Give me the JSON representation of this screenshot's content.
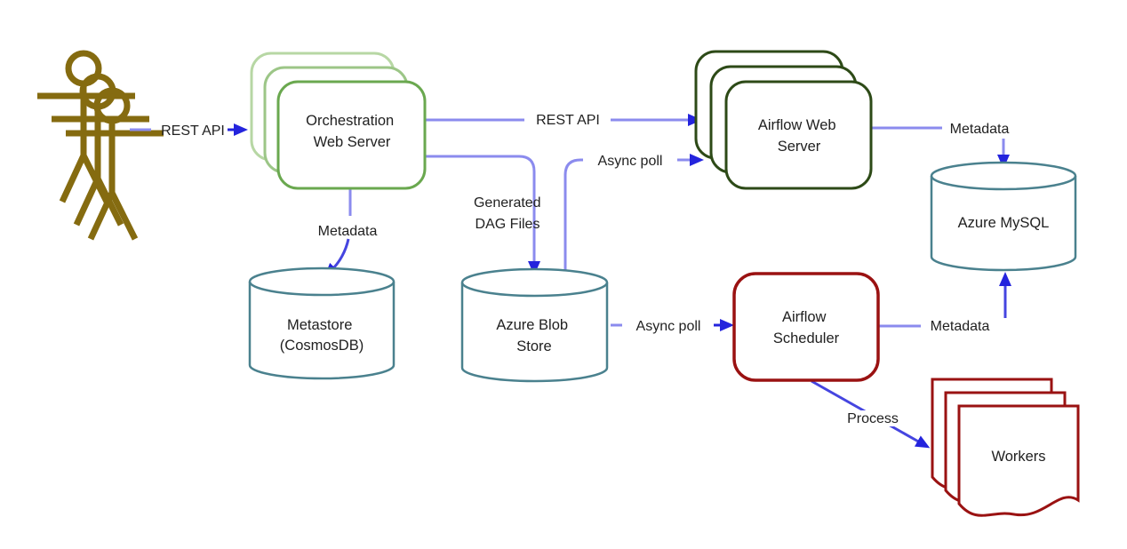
{
  "diagram": {
    "type": "architecture-flow-diagram",
    "colors": {
      "connector_line": "#8b8bee",
      "arrowhead_blue": "#2424dd",
      "bright_connector": "#4545e0",
      "orchestration_green_front": "#6aa84f",
      "orchestration_green_mid": "#9cc687",
      "orchestration_green_back": "#b7d7a4",
      "airflow_dark_green": "#2d4a17",
      "database_teal": "#4a818e",
      "scheduler_red": "#9a1212",
      "actor_gold": "#856b10",
      "text": "#212121",
      "background": "#ffffff"
    },
    "nodes": {
      "users": {
        "kind": "actors",
        "count": 3
      },
      "orchestration_web_server": {
        "kind": "stacked-rounded-box",
        "lines": [
          "Orchestration",
          "Web Server"
        ]
      },
      "airflow_web_server": {
        "kind": "stacked-rounded-box",
        "lines": [
          "Airflow Web",
          "Server"
        ]
      },
      "metastore": {
        "kind": "database-cylinder",
        "lines": [
          "Metastore",
          "(CosmosDB)"
        ]
      },
      "azure_blob_store": {
        "kind": "database-cylinder",
        "lines": [
          "Azure Blob",
          "Store"
        ]
      },
      "azure_mysql": {
        "kind": "database-cylinder",
        "label": "Azure MySQL"
      },
      "airflow_scheduler": {
        "kind": "rounded-box",
        "lines": [
          "Airflow",
          "Scheduler"
        ]
      },
      "workers": {
        "kind": "stacked-documents",
        "label": "Workers"
      }
    },
    "edges": {
      "users_to_orchestration": {
        "label": "REST API"
      },
      "orchestration_to_airflow_web": {
        "label": "REST API"
      },
      "orchestration_to_blob": {
        "lines": [
          "Generated",
          "DAG Files"
        ]
      },
      "orchestration_to_metastore": {
        "label": "Metadata"
      },
      "blob_to_airflow_web": {
        "label": "Async poll"
      },
      "airflow_web_to_mysql": {
        "label": "Metadata"
      },
      "blob_to_scheduler": {
        "label": "Async poll"
      },
      "scheduler_to_mysql": {
        "label": "Metadata"
      },
      "scheduler_to_workers": {
        "label": "Process"
      }
    }
  }
}
